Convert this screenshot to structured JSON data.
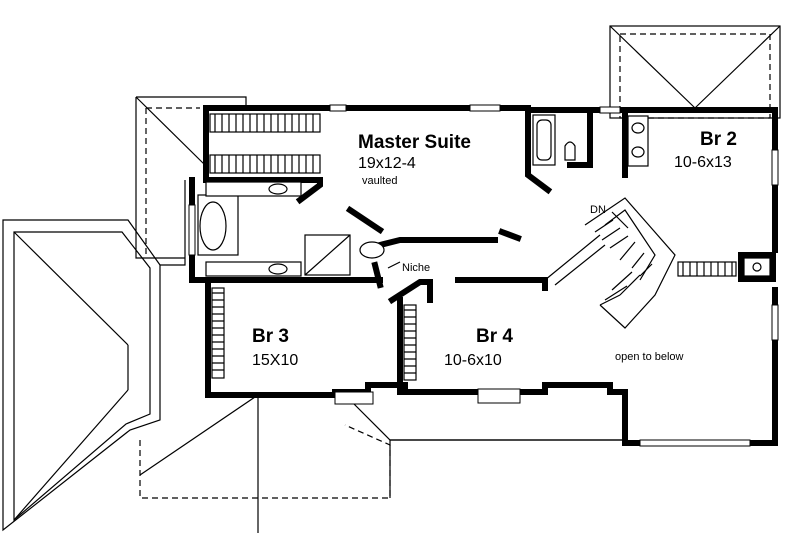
{
  "rooms": {
    "master": {
      "name": "Master Suite",
      "size": "19x12-4",
      "note": "vaulted"
    },
    "br2": {
      "name": "Br 2",
      "size": "10-6x13"
    },
    "br3": {
      "name": "Br 3",
      "size": "15X10"
    },
    "br4": {
      "name": "Br 4",
      "size": "10-6x10"
    }
  },
  "labels": {
    "niche": "Niche",
    "dn": "DN",
    "open": "open to below"
  }
}
